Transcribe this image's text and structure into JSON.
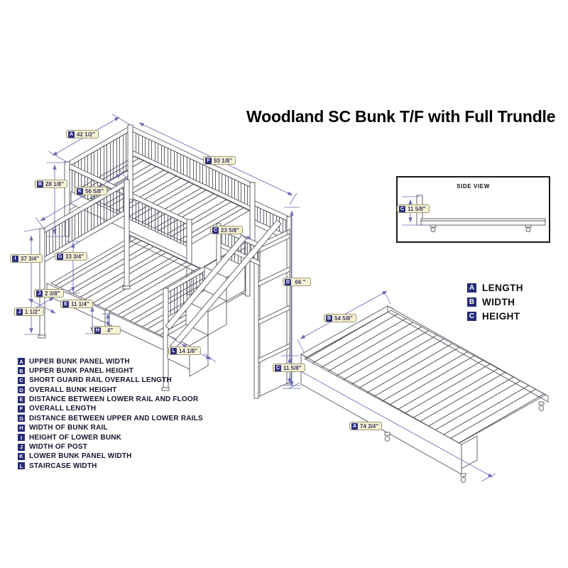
{
  "title": "Woodland SC Bunk T/F with Full Trundle",
  "side_view": {
    "title": "SIDE VIEW",
    "dimension": {
      "letter": "C",
      "value": "11 5/8\""
    }
  },
  "dimensions": {
    "A": {
      "letter": "A",
      "value": "42 1/2\""
    },
    "B": {
      "letter": "B",
      "value": "28 1/8\""
    },
    "C": {
      "letter": "C",
      "value": "23 5/8\""
    },
    "D": {
      "letter": "D",
      "value": "66 \""
    },
    "E": {
      "letter": "E",
      "value": "11 1/4\""
    },
    "F": {
      "letter": "F",
      "value": "93 1/8\""
    },
    "G": {
      "letter": "G",
      "value": "33 3/4\""
    },
    "H": {
      "letter": "H",
      "value": "4\""
    },
    "I": {
      "letter": "I",
      "value": "37 3/4\""
    },
    "J_top": {
      "letter": "J",
      "value": "2 3/8\""
    },
    "J_bottom": {
      "letter": "J",
      "value": "1 1/2\""
    },
    "K": {
      "letter": "K",
      "value": "56 5/8\""
    },
    "L": {
      "letter": "L",
      "value": "14 1/8\""
    }
  },
  "trundle_dimensions": {
    "A": {
      "letter": "A",
      "value": "74 3/4\""
    },
    "B": {
      "letter": "B",
      "value": "54 5/8\""
    },
    "C": {
      "letter": "C",
      "value": "11 5/8\""
    }
  },
  "size_key": [
    {
      "letter": "A",
      "label": "LENGTH"
    },
    {
      "letter": "B",
      "label": "WIDTH"
    },
    {
      "letter": "C",
      "label": "HEIGHT"
    }
  ],
  "legend": [
    {
      "letter": "A",
      "label": "UPPER BUNK PANEL WIDTH"
    },
    {
      "letter": "B",
      "label": "UPPER BUNK PANEL HEIGHT"
    },
    {
      "letter": "C",
      "label": "SHORT GUARD RAIL OVERALL LENGTH"
    },
    {
      "letter": "D",
      "label": "OVERALL BUNK HEIGHT"
    },
    {
      "letter": "E",
      "label": "DISTANCE BETWEEN LOWER RAIL AND FLOOR"
    },
    {
      "letter": "F",
      "label": "OVERALL LENGTH"
    },
    {
      "letter": "G",
      "label": "DISTANCE BETWEEN UPPER AND LOWER RAILS"
    },
    {
      "letter": "H",
      "label": "WIDTH OF BUNK RAIL"
    },
    {
      "letter": "I",
      "label": "HEIGHT OF LOWER BUNK"
    },
    {
      "letter": "J",
      "label": "WIDTH OF POST"
    },
    {
      "letter": "K",
      "label": "LOWER BUNK PANEL WIDTH"
    },
    {
      "letter": "L",
      "label": "STAIRCASE WIDTH"
    }
  ],
  "colors": {
    "dimension_line": "#6e6eb4",
    "callout_background": "#f7f2d6",
    "letter_chip": "#262a78",
    "drawing_line": "#54545e"
  }
}
